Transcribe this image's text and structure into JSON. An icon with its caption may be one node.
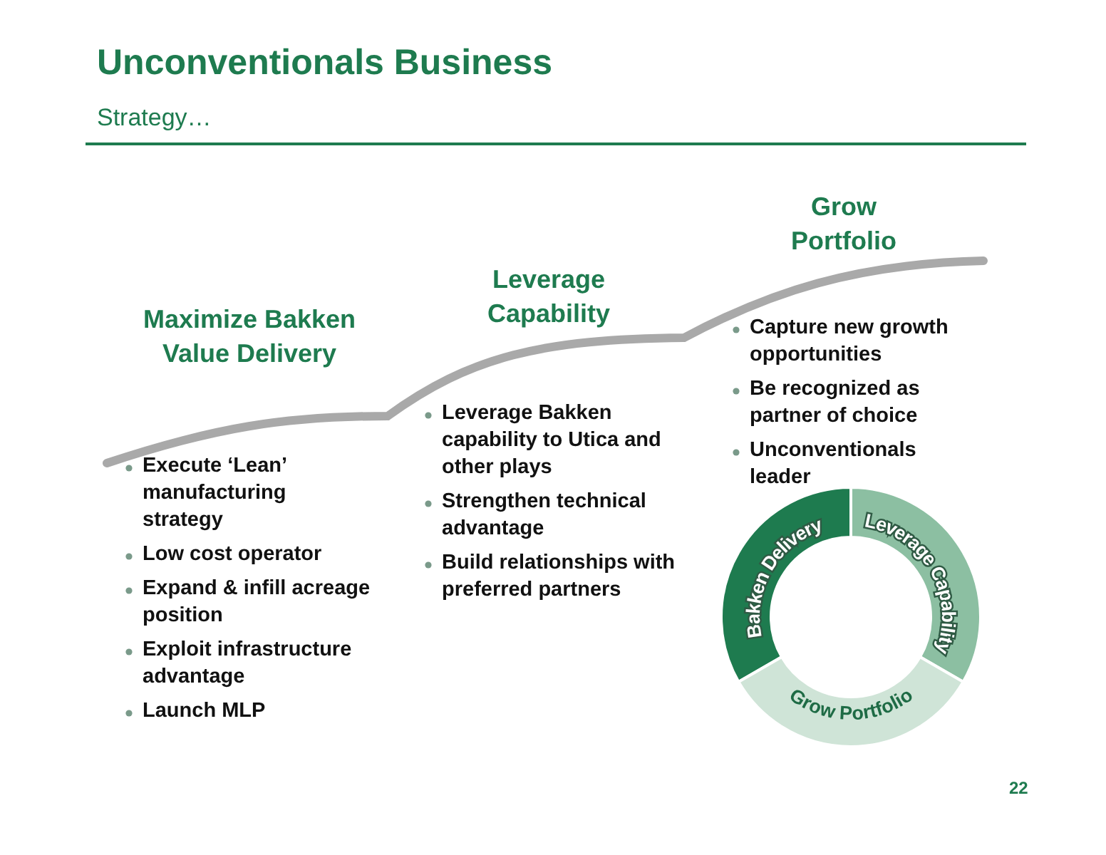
{
  "diagram": {
    "title": "Unconventionals Business",
    "nodes": [
      {
        "text": [
          "Bakken Delivery"
        ]
      },
      {
        "text": [
          "Leverage Capability"
        ]
      },
      {
        "text": [
          "Grow Portfolio"
        ]
      }
    ],
    "labels": [
      "Strategy…",
      "Maximize Bakken Value Delivery",
      "Execute ‘Lean’ manufacturing strategy",
      "Low cost operator",
      "Expand & infill acreage position",
      "Exploit infrastructure advantage",
      "Launch MLP",
      "Leverage Capability",
      "Leverage Bakken capability to Utica and other plays",
      "Strengthen technical advantage",
      "Build relationships with preferred partners",
      "Grow Portfolio",
      "Capture new growth opportunities",
      "Be recognized as partner of choice",
      "Unconventionals leader",
      "22"
    ]
  }
}
